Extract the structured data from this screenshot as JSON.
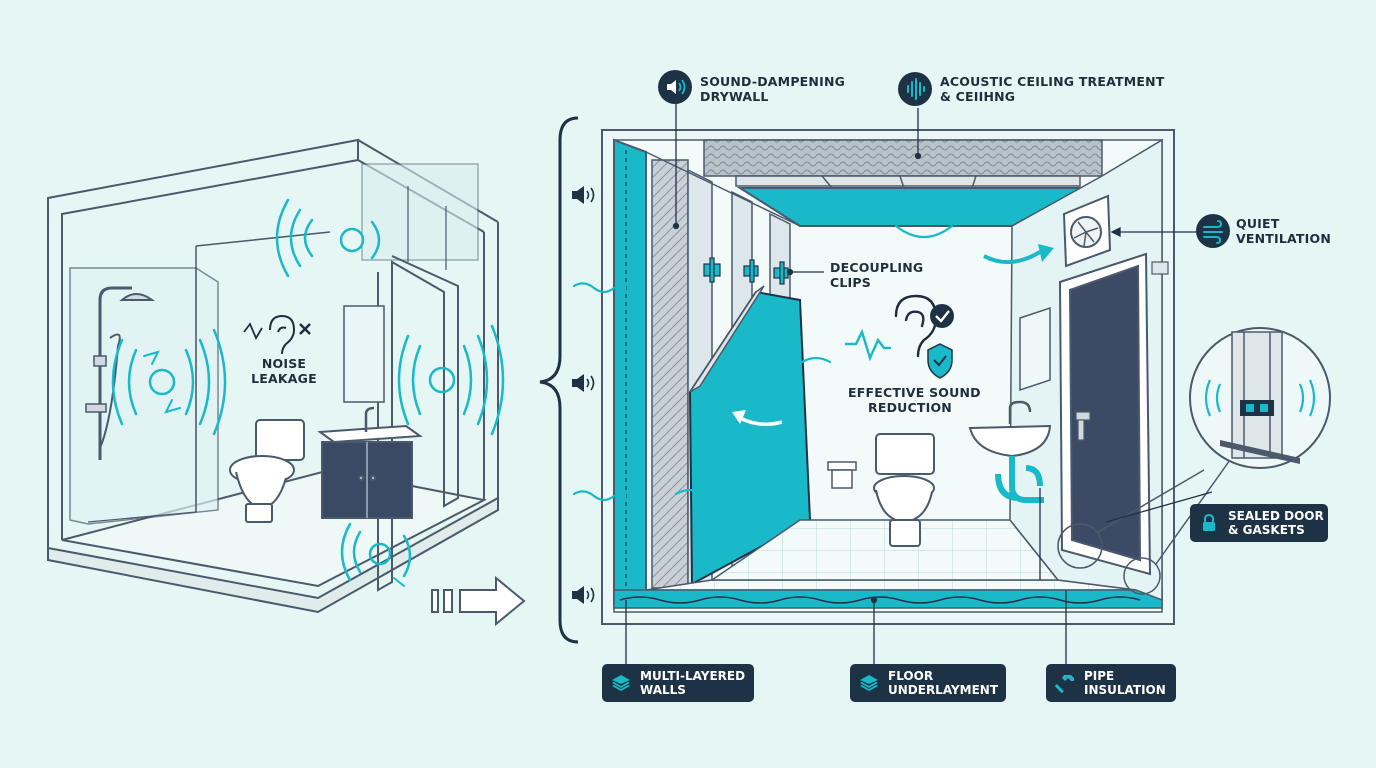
{
  "colors": {
    "background": "#e6f6f4",
    "line": "#4a5a6a",
    "accent_teal": "#19b9c9",
    "dark_navy": "#1e3246",
    "cabinet": "#3a4a64",
    "door": "#3c4a66"
  },
  "left_panel": {
    "noise_label_line1": "NOISE",
    "noise_label_line2": "LEAKAGE",
    "noise_icon": "ear-icon",
    "cross_icon": "cross-icon"
  },
  "callouts": {
    "drywall": {
      "line1": "SOUND-DAMPENING",
      "line2": "DRYWALL",
      "icon": "speaker-icon"
    },
    "ceiling": {
      "line1": "ACOUSTIC CEILING TREATMENT",
      "line2": "& CEIIHNG",
      "icon": "soundwave-icon"
    },
    "ventilation": {
      "line1": "QUIET",
      "line2": "VENTILATION",
      "icon": "wind-icon"
    },
    "clips": {
      "line1": "DECOUPLING",
      "line2": "CLIPS"
    },
    "reduction": {
      "line1": "EFFECTIVE SOUND",
      "line2": "REDUCTION",
      "icon": "shield-check-icon"
    }
  },
  "pills": {
    "walls": {
      "line1": "MULTI-LAYERED",
      "line2": "WALLS",
      "icon": "layers-icon"
    },
    "floor": {
      "line1": "FLOOR",
      "line2": "UNDERLAYMENT",
      "icon": "layers-icon"
    },
    "pipe": {
      "line1": "PIPE",
      "line2": "INSULATION",
      "icon": "hammer-icon"
    },
    "door": {
      "line1": "SEALED DOOR",
      "line2": "& GASKETS",
      "icon": "lock-icon"
    }
  }
}
